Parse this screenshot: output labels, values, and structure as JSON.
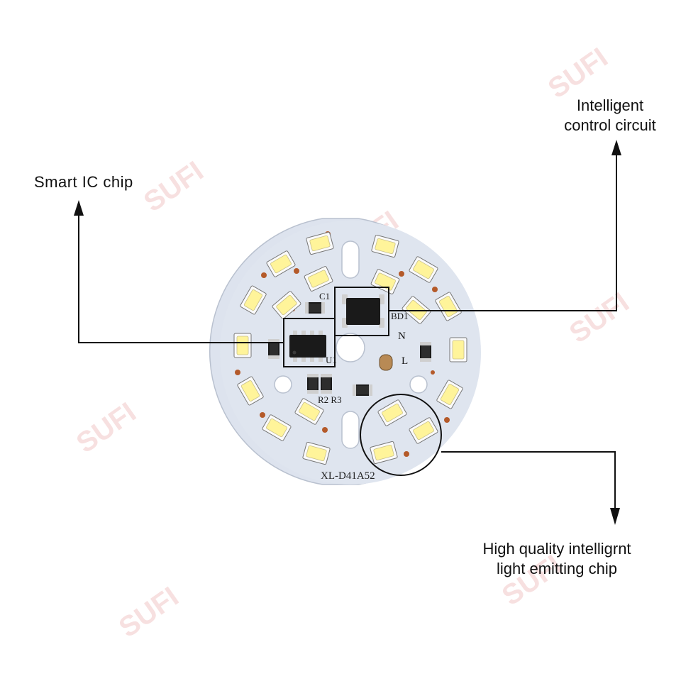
{
  "callouts": {
    "smart_ic": "Smart IC chip",
    "intelligent_line1": "Intelligent",
    "intelligent_line2": "control circuit",
    "hq_line1": "High quality intelligrnt",
    "hq_line2": "light emitting chip"
  },
  "watermark": "SUFI",
  "board": {
    "model": "XL-D41A52",
    "silkscreen": {
      "c1": "C1",
      "bd1": "BD1",
      "n": "N",
      "l": "L",
      "u1": "U1",
      "r2r3": "R2 R3"
    }
  },
  "colors": {
    "board": "#dde3ee",
    "led_frame": "#f4f4f4",
    "led_phosphor": "#fff49a",
    "pad": "#b45a2a",
    "ink": "#111111",
    "watermark": "#e9a9a9"
  }
}
